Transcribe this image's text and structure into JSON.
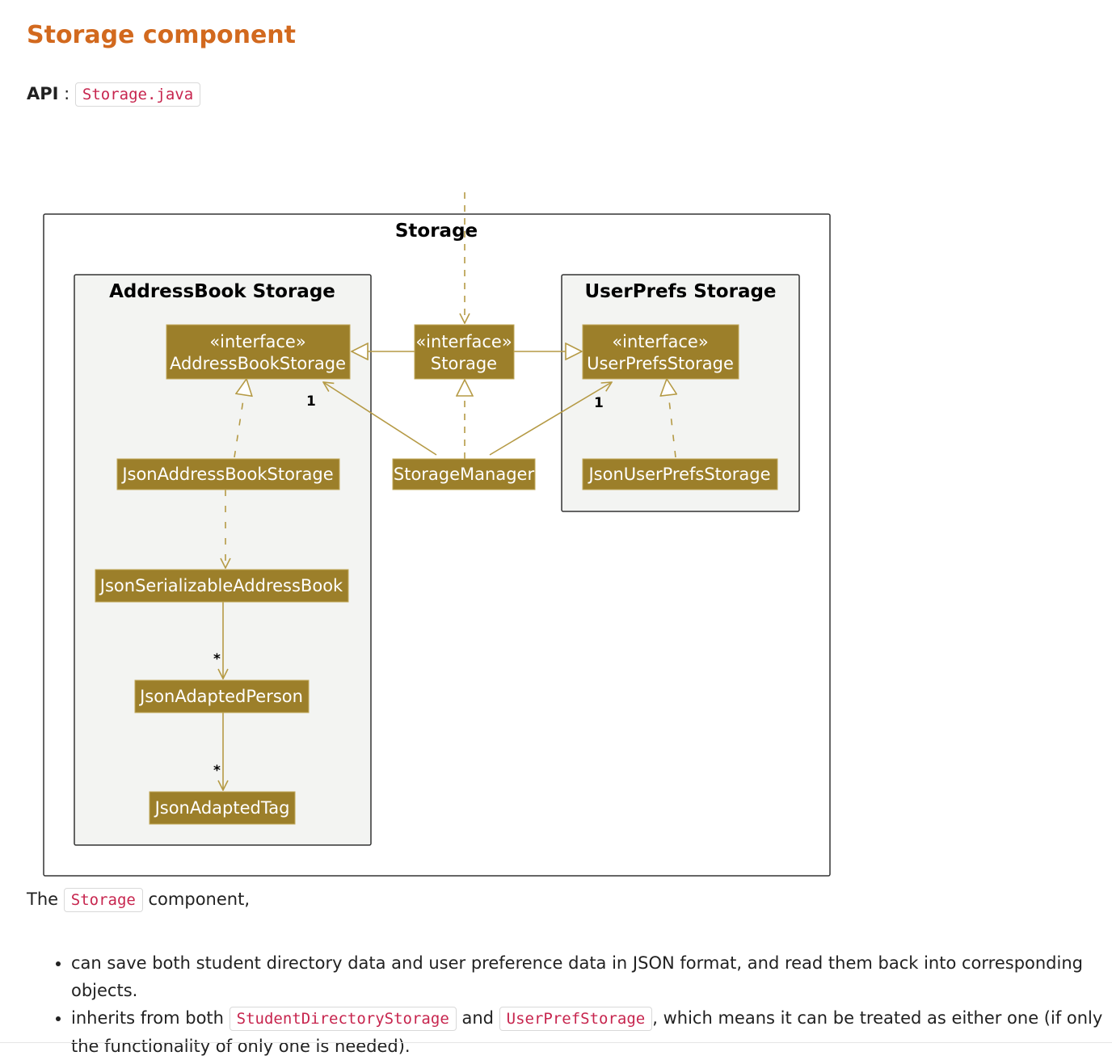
{
  "title": "Storage component",
  "api": {
    "label": "API",
    "sep": ":",
    "link": "Storage.java"
  },
  "diagram": {
    "packages": {
      "storage": "Storage",
      "addressbook": "AddressBook Storage",
      "userprefs": "UserPrefs Storage"
    },
    "classes": {
      "addressbook_storage": {
        "stereotype": "«interface»",
        "name": "AddressBookStorage"
      },
      "storage": {
        "stereotype": "«interface»",
        "name": "Storage"
      },
      "userprefs_storage": {
        "stereotype": "«interface»",
        "name": "UserPrefsStorage"
      },
      "json_addressbook_storage": "JsonAddressBookStorage",
      "storage_manager": "StorageManager",
      "json_userprefs_storage": "JsonUserPrefsStorage",
      "json_serializable_addressbook": "JsonSerializableAddressBook",
      "json_adapted_person": "JsonAdaptedPerson",
      "json_adapted_tag": "JsonAdaptedTag"
    },
    "multiplicities": {
      "addressbook": "1",
      "userprefs": "1",
      "persons": "*",
      "tags": "*"
    },
    "colors": {
      "class_fill": "#9c7f2a",
      "line": "#b59a45",
      "package_fill": "#f3f4f2"
    }
  },
  "description": {
    "prefix": "The",
    "code": "Storage",
    "suffix": "component,",
    "bullets": [
      {
        "text": "can save both student directory data and user preference data in JSON format, and read them back into corresponding objects."
      },
      {
        "pre": "inherits from both",
        "code1": "StudentDirectoryStorage",
        "mid": "and",
        "code2": "UserPrefStorage",
        "post": ", which means it can be treated as either one (if only the functionality of only one is needed)."
      }
    ]
  }
}
